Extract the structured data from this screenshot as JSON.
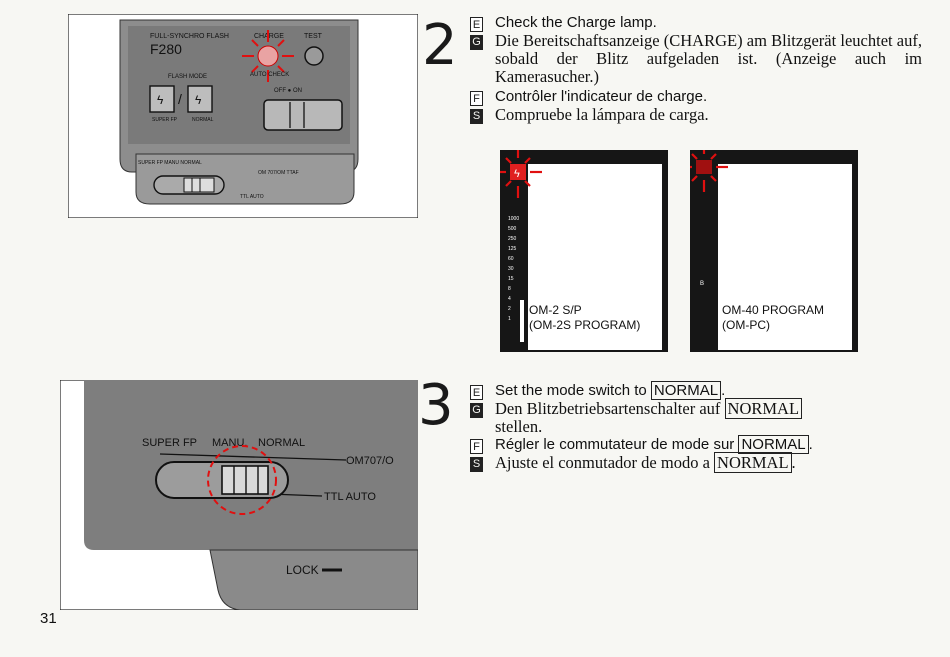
{
  "step2": {
    "number": "2",
    "lines": [
      {
        "lang": "E",
        "parts": [
          {
            "text": "Check the Charge lamp."
          }
        ]
      },
      {
        "lang": "G",
        "parts": [
          {
            "text": "Die Bereitschaftsanzeige (CHARGE) am Blitzgerät leuchtet auf, sobald der Blitz aufgeladen ist. (Anzeige auch im Kamerasucher.)"
          }
        ]
      },
      {
        "lang": "F",
        "parts": [
          {
            "text": "Contrôler l'indicateur de charge."
          }
        ]
      },
      {
        "lang": "S",
        "parts": [
          {
            "text": "Compruebe la lámpara de carga."
          }
        ]
      }
    ],
    "flash_panel": {
      "title": "FULL-SYNCHRO FLASH",
      "model": "F280",
      "charge": "CHARGE",
      "test": "TEST",
      "flash_mode": "FLASH MODE",
      "auto_check": "AUTO CHECK",
      "off_on": "OFF ● ON",
      "super_fp": "SUPER FP",
      "normal": "NORMAL",
      "switch_labels": "SUPER FP  MANU  NORMAL",
      "om_label": "OM 707/OM TTAF",
      "ttl_auto": "TTL AUTO"
    },
    "viewfinders": [
      {
        "label_line1": "OM-2 S/P",
        "label_line2": "(OM-2S PROGRAM)",
        "scale": [
          "1000",
          "500",
          "250",
          "125",
          "60",
          "30",
          "15",
          "8",
          "4",
          "2",
          "1"
        ]
      },
      {
        "label_line1": "OM-40 PROGRAM",
        "label_line2": "(OM-PC)",
        "scale": [
          "B"
        ]
      }
    ]
  },
  "step3": {
    "number": "3",
    "lines": [
      {
        "lang": "E",
        "parts": [
          {
            "text": "Set the mode switch to "
          },
          {
            "text": "NORMAL",
            "boxed": true
          },
          {
            "text": "."
          }
        ]
      },
      {
        "lang": "G",
        "parts": [
          {
            "text": "Den Blitzbetriebsartenschalter auf "
          },
          {
            "text": "NORMAL",
            "boxed": true
          }
        ]
      },
      {
        "lang": "G2",
        "parts": [
          {
            "text": "stellen."
          }
        ]
      },
      {
        "lang": "F",
        "parts": [
          {
            "text": "Régler le commutateur de mode sur "
          },
          {
            "text": "NORMAL",
            "boxed": true
          },
          {
            "text": "."
          }
        ]
      },
      {
        "lang": "S",
        "parts": [
          {
            "text": "Ajuste el conmutador de modo a "
          },
          {
            "text": "NORMAL",
            "boxed": true
          },
          {
            "text": "."
          }
        ]
      }
    ],
    "switch_panel": {
      "super_fp": "SUPER FP",
      "manu": "MANU.",
      "normal": "NORMAL",
      "om": "OM707/O",
      "ttl_auto": "TTL AUTO",
      "lock": "LOCK"
    }
  },
  "page_number": "31"
}
